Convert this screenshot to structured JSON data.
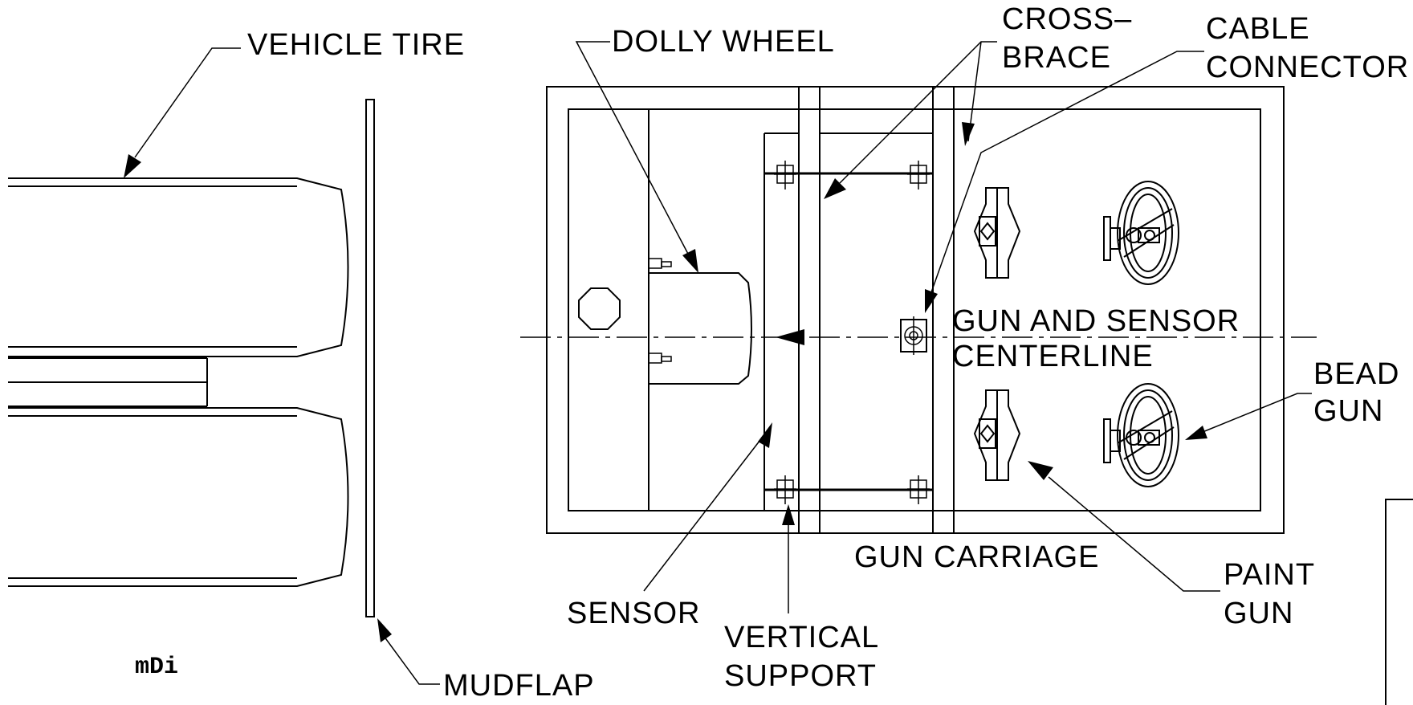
{
  "labels": {
    "vehicle_tire": "VEHICLE TIRE",
    "dolly_wheel": "DOLLY WHEEL",
    "cross_brace_1": "CROSS–",
    "cross_brace_2": "BRACE",
    "cable_connector_1": "CABLE",
    "cable_connector_2": "CONNECTOR",
    "gun_sensor_centerline_1": "GUN AND SENSOR",
    "gun_sensor_centerline_2": "CENTERLINE",
    "bead_gun_1": "BEAD",
    "bead_gun_2": "GUN",
    "gun_carriage": "GUN CARRIAGE",
    "paint_gun_1": "PAINT",
    "paint_gun_2": "GUN",
    "sensor": "SENSOR",
    "vertical_support_1": "VERTICAL",
    "vertical_support_2": "SUPPORT",
    "mudflap": "MUDFLAP"
  },
  "logo_text": "mDi",
  "icons": {
    "logo": "mdi-logo-icon"
  }
}
